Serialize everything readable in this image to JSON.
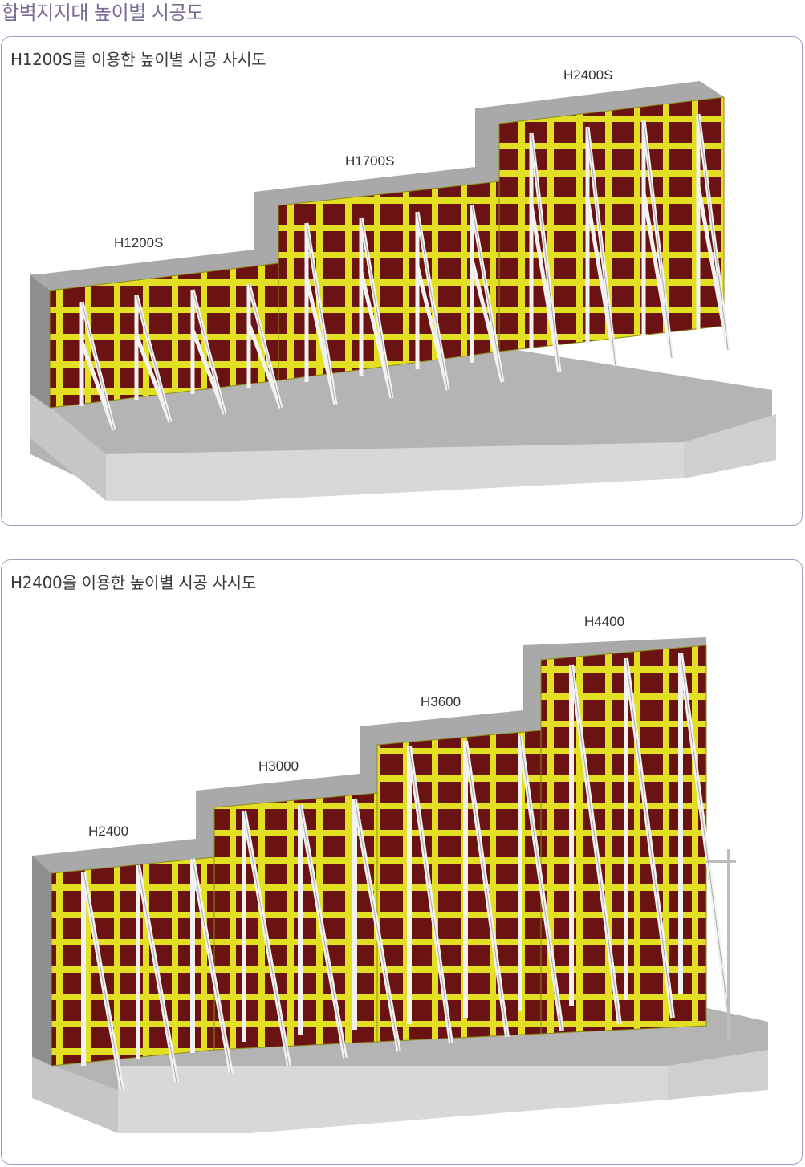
{
  "page_title": "합벽지지대 높이별 시공도",
  "panels": [
    {
      "title": "H1200S를 이용한 높이별 시공 사시도",
      "stages": [
        "H1200S",
        "H1700S",
        "H2400S"
      ]
    },
    {
      "title": "H2400을 이용한 높이별 시공 사시도",
      "stages": [
        "H2400",
        "H3000",
        "H3600",
        "H4400"
      ]
    }
  ],
  "colors": {
    "accent": "#7a6a96",
    "panel_border": "#a79bbf",
    "wall_top": "#a9a9a9",
    "wall_side": "#8f8f8f",
    "form_panel": "#6b1212",
    "form_frame": "#e3e024",
    "support_steel": "#e8e8e8",
    "slab_top": "#b4b4b4",
    "slab_side": "#dcdcdc"
  }
}
